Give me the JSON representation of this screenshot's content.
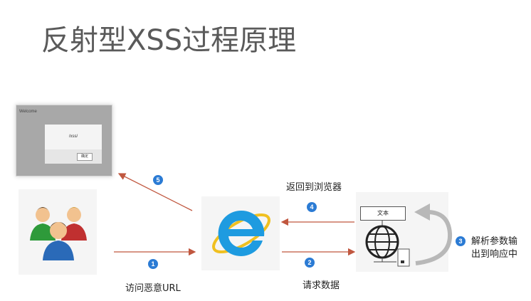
{
  "title": "反射型XSS过程原理",
  "screenshot": {
    "window_title": "Welcome",
    "alert_text": "/xss/",
    "ok_button": "确定"
  },
  "steps": [
    {
      "number": "1",
      "label": "访问恶意URL"
    },
    {
      "number": "2",
      "label": "请求数据"
    },
    {
      "number": "3",
      "label_line1": "解析参数输",
      "label_line2": "出到响应中"
    },
    {
      "number": "4",
      "label": "返回到浏览器"
    },
    {
      "number": "5",
      "label": ""
    }
  ],
  "server": {
    "text_box": "文本"
  },
  "icons": {
    "users": "users-group-icon",
    "browser": "internet-explorer-icon",
    "server": "globe-server-icon",
    "cycle": "curved-arrow-icon"
  },
  "colors": {
    "arrow": "#c0573f",
    "step_circle": "#2b7bd4",
    "browser": "#1e9be0"
  }
}
